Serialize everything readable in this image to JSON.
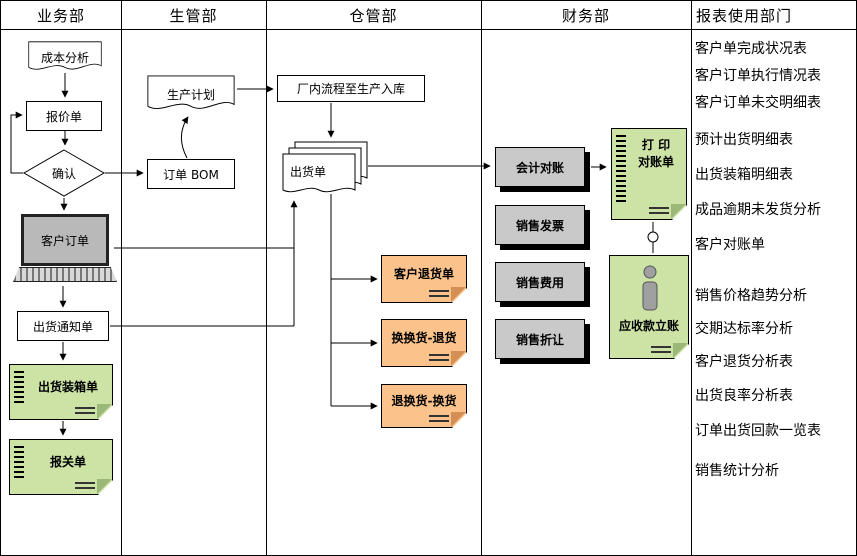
{
  "lanes": [
    "业务部",
    "生管部",
    "仓管部",
    "财务部",
    "报表使用部门"
  ],
  "nodes": {
    "cost_analysis": "成本分析",
    "quotation": "报价单",
    "confirm": "确认",
    "customer_order": "客户订单",
    "shipping_notice": "出货通知单",
    "packing_list": "出货装箱单",
    "customs_declaration": "报关单",
    "production_plan": "生产计划",
    "order_bom": "订单 BOM",
    "factory_to_warehouse": "厂内流程至生产入库",
    "shipping_order": "出货单",
    "customer_return": "客户退货单",
    "exchange_return": "换换货-退货",
    "return_exchange": "退换货-换货",
    "accounting_reconciliation": "会计对账",
    "sales_invoice": "销售发票",
    "sales_expense": "销售费用",
    "sales_allowance": "销售折让",
    "print_statement_line1": "打 印",
    "print_statement_line2": "对账单",
    "receivable_posting": "应收款立账"
  },
  "reports": [
    "客户单完成状况表",
    "客户订单执行情况表",
    "客户订单未交明细表",
    "预计出货明细表",
    "出货装箱明细表",
    "成品逾期未发货分析",
    "客户对账单",
    "销售价格趋势分析",
    "交期达标率分析",
    "客户退货分析表",
    "出货良率分析表",
    "订单出货回款一览表",
    "销售统计分析"
  ],
  "colors": {
    "note_green": "#cde3a6",
    "note_green_fold": "#9cb878",
    "note_orange": "#fbc38b",
    "note_orange_fold": "#d49054",
    "box_gray": "#c9c9c9"
  }
}
